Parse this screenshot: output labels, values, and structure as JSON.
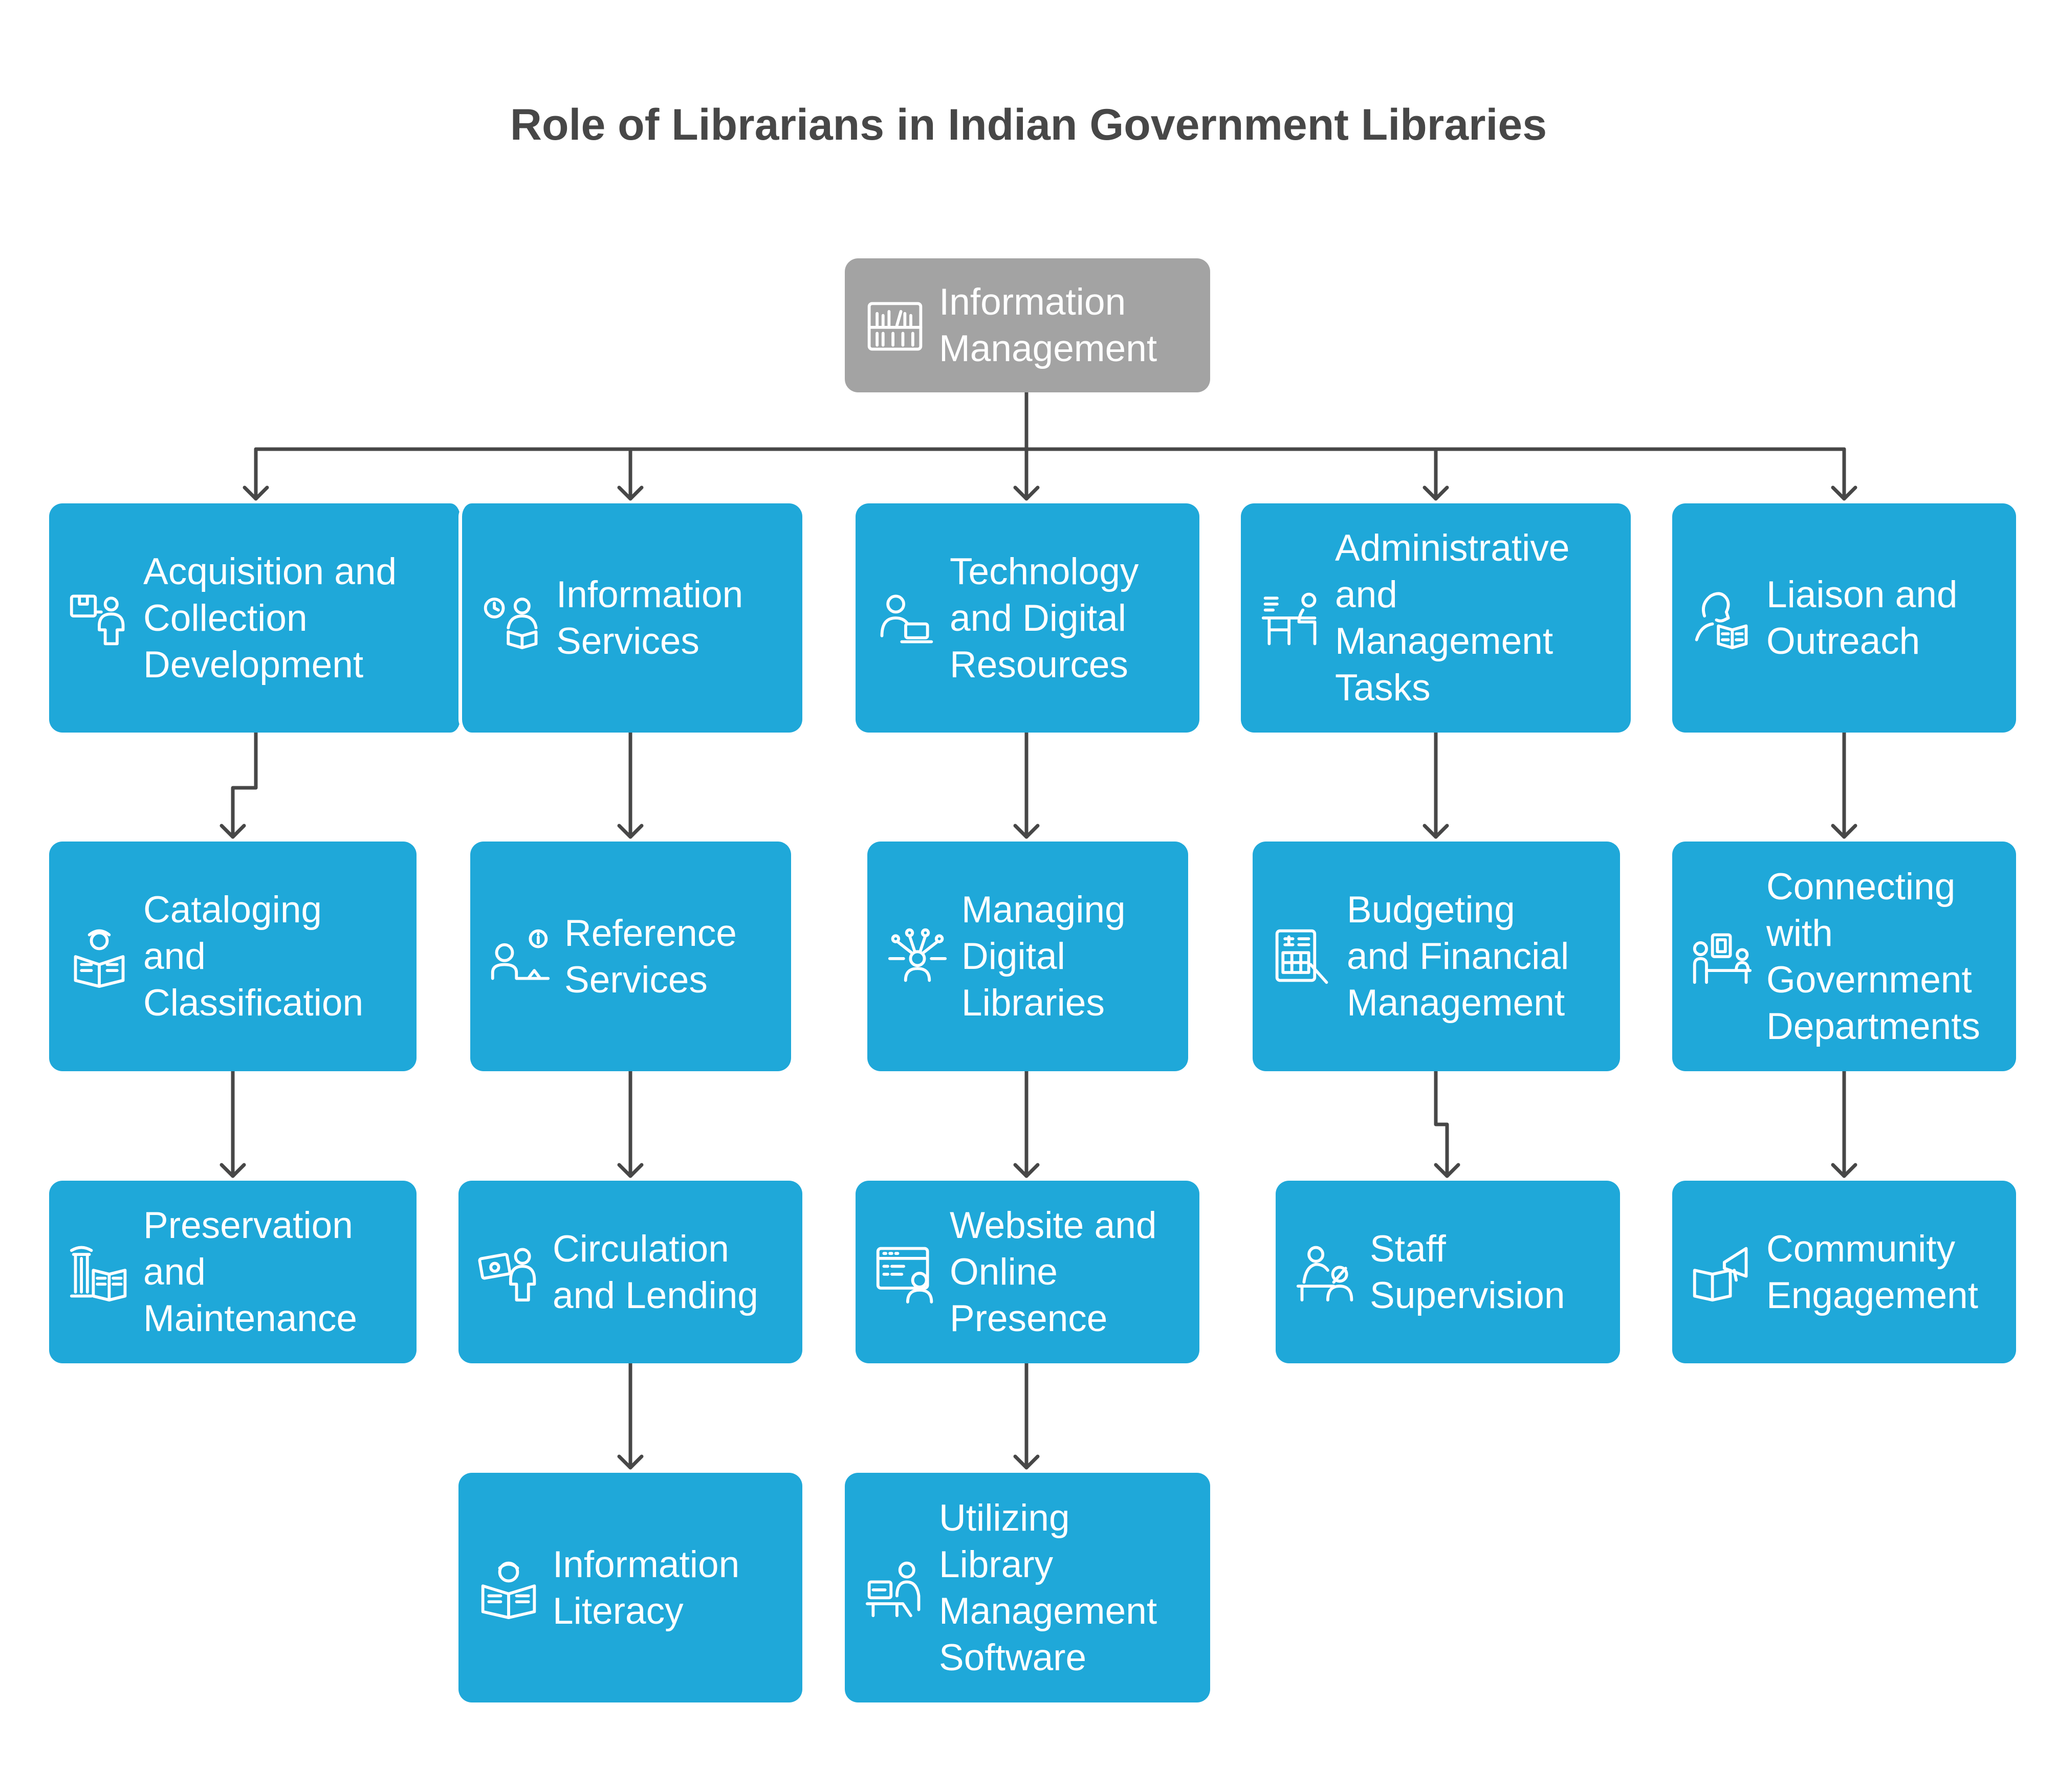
{
  "title": "Role of Librarians in Indian Government Libraries",
  "colors": {
    "node": "#1fa8d9",
    "root": "#a3a3a3",
    "connector": "#474747",
    "title": "#474747",
    "text": "#ffffff"
  },
  "root": {
    "label": "Information\nManagement",
    "icon": "library-bookshelf-icon"
  },
  "branches": [
    {
      "label": "Acquisition and\nCollection\nDevelopment",
      "icon": "box-person-icon",
      "children": [
        {
          "label": "Cataloging\nand\nClassification",
          "icon": "reader-book-icon"
        },
        {
          "label": "Preservation\nand\nMaintenance",
          "icon": "pillar-book-icon"
        }
      ]
    },
    {
      "label": "Information\nServices",
      "icon": "clock-person-icon",
      "children": [
        {
          "label": "Reference\nServices",
          "icon": "person-info-icon"
        },
        {
          "label": "Circulation\nand Lending",
          "icon": "money-person-icon"
        },
        {
          "label": "Information\nLiteracy",
          "icon": "person-open-book-icon"
        }
      ]
    },
    {
      "label": "Technology\nand Digital\nResources",
      "icon": "person-laptop-icon",
      "children": [
        {
          "label": "Managing\nDigital\nLibraries",
          "icon": "network-person-icon"
        },
        {
          "label": "Website and\nOnline\nPresence",
          "icon": "browser-user-icon"
        },
        {
          "label": "Utilizing\nLibrary\nManagement\nSoftware",
          "icon": "person-desk-computer-icon"
        }
      ]
    },
    {
      "label": "Administrative\nand\nManagement\nTasks",
      "icon": "desk-manager-icon",
      "children": [
        {
          "label": "Budgeting\nand Financial\nManagement",
          "icon": "budget-document-icon"
        },
        {
          "label": "Staff\nSupervision",
          "icon": "supervisor-staff-icon"
        }
      ]
    },
    {
      "label": "Liaison and\nOutreach",
      "icon": "head-book-icon",
      "children": [
        {
          "label": "Connecting\nwith\nGovernment\nDepartments",
          "icon": "people-building-icon"
        },
        {
          "label": "Community\nEngagement",
          "icon": "megaphone-book-icon"
        }
      ]
    }
  ]
}
